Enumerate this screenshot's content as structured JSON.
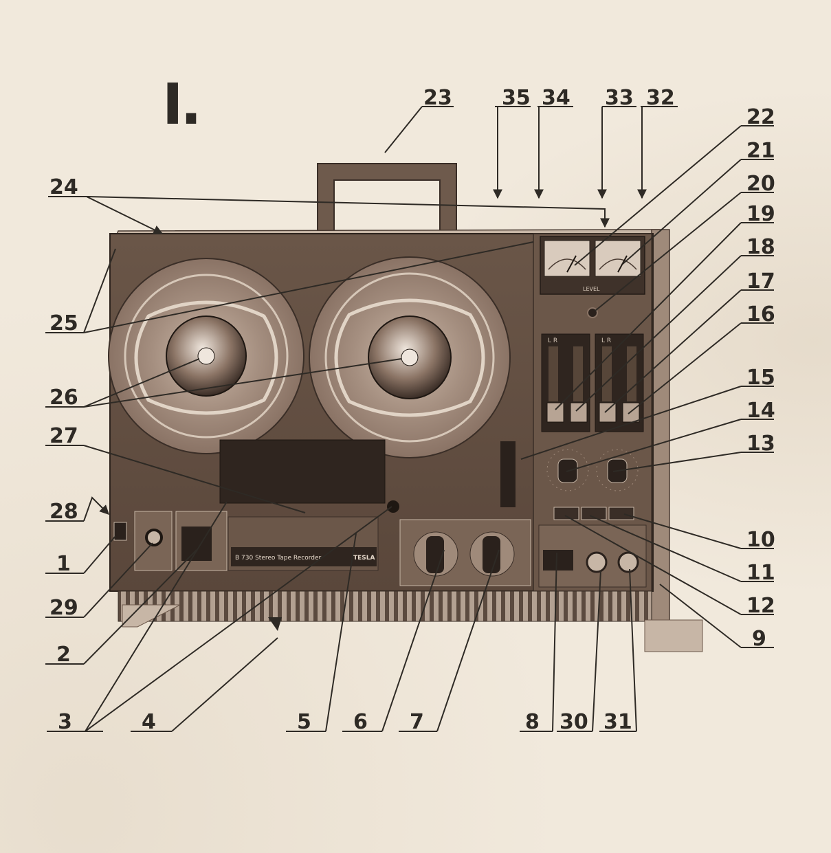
{
  "figure": {
    "title": "I.",
    "device": {
      "brand_plate": "B 730 Stereo Tape Recorder",
      "maker": "TESLA",
      "vu_label": "LEVEL",
      "slider_group_left": "L  R",
      "slider_group_right": "L  R"
    },
    "callouts": [
      "1",
      "2",
      "3",
      "4",
      "5",
      "6",
      "7",
      "8",
      "9",
      "10",
      "11",
      "12",
      "13",
      "14",
      "15",
      "16",
      "17",
      "18",
      "19",
      "20",
      "21",
      "22",
      "23",
      "24",
      "25",
      "26",
      "27",
      "28",
      "29",
      "30",
      "31",
      "32",
      "33",
      "34",
      "35"
    ]
  },
  "colors": {
    "paper": "#f1e9dc",
    "ink": "#2e2a25",
    "device_dark": "#5a463a",
    "device_mid": "#8b7566"
  }
}
